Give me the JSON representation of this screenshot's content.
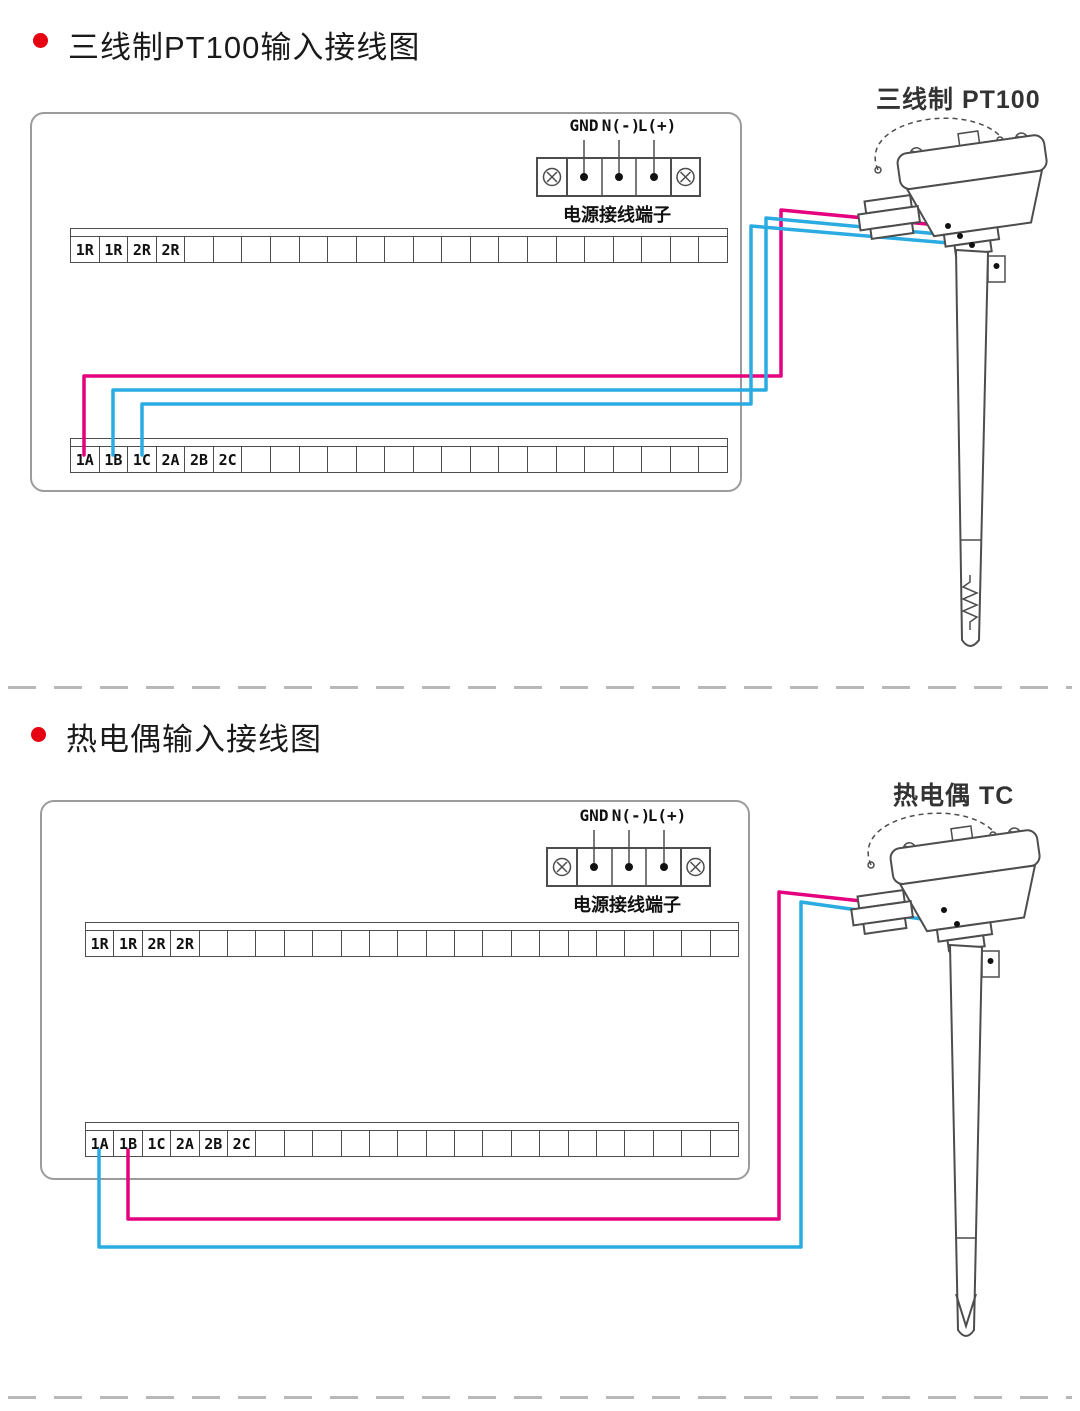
{
  "colors": {
    "wire-magenta": "#e4007f",
    "wire-blue": "#2aabe2",
    "bullet-red": "#e60012",
    "line": "#4d4d4d",
    "box-border": "#9c9c9c"
  },
  "pt100": {
    "title": "三线制PT100输入接线图",
    "sensor_label": "三线制 PT100",
    "power": {
      "gnd": "GND",
      "n": "N(-)",
      "l": "L(+)",
      "caption": "电源接线端子"
    },
    "relay_strip": [
      "1R",
      "1R",
      "2R",
      "2R",
      "",
      "",
      "",
      "",
      "",
      "",
      "",
      "",
      "",
      "",
      "",
      "",
      "",
      "",
      "",
      "",
      "",
      "",
      ""
    ],
    "input_strip": [
      "1A",
      "1B",
      "1C",
      "2A",
      "2B",
      "2C",
      "",
      "",
      "",
      "",
      "",
      "",
      "",
      "",
      "",
      "",
      "",
      "",
      "",
      "",
      "",
      "",
      ""
    ]
  },
  "tc": {
    "title": "热电偶输入接线图",
    "sensor_label": "热电偶 TC",
    "power": {
      "gnd": "GND",
      "n": "N(-)",
      "l": "L(+)",
      "caption": "电源接线端子"
    },
    "relay_strip": [
      "1R",
      "1R",
      "2R",
      "2R",
      "",
      "",
      "",
      "",
      "",
      "",
      "",
      "",
      "",
      "",
      "",
      "",
      "",
      "",
      "",
      "",
      "",
      "",
      ""
    ],
    "input_strip": [
      "1A",
      "1B",
      "1C",
      "2A",
      "2B",
      "2C",
      "",
      "",
      "",
      "",
      "",
      "",
      "",
      "",
      "",
      "",
      "",
      "",
      "",
      "",
      "",
      "",
      ""
    ]
  }
}
